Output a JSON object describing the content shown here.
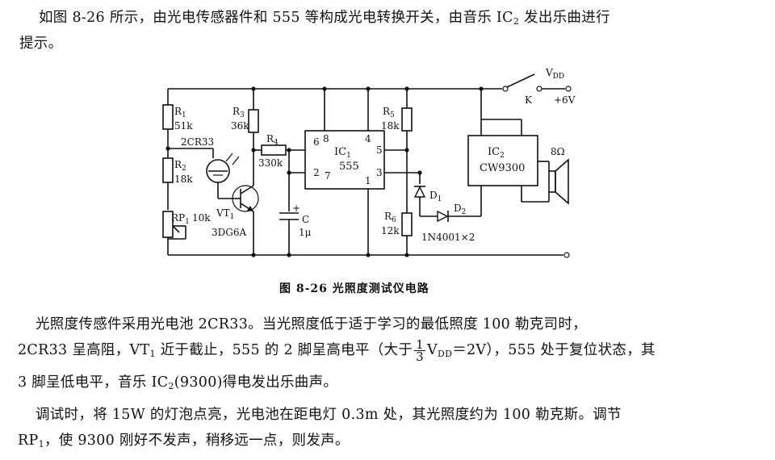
{
  "intro": {
    "line1": "如图 8-26 所示，由光电传感器件和 555 等构成光电转换开关，由音乐 IC",
    "line1_sub": "2",
    "line1_tail": " 发出乐曲进行",
    "line2": "提示。"
  },
  "circuit": {
    "R1": "R",
    "R1_sub": "1",
    "R1_val": "51k",
    "pc": "2CR33",
    "R2": "R",
    "R2_sub": "2",
    "R2_val": "18k",
    "RP1": "RP",
    "RP1_sub": "1",
    "RP1_val": "10k",
    "R3": "R",
    "R3_sub": "3",
    "R3_val": "36k",
    "R4": "R",
    "R4_sub": "4",
    "R4_val": "330k",
    "VT": "VT",
    "VT_sub": "1",
    "VT_model": "3DG6A",
    "C": "C",
    "C_val": "1μ",
    "plus": "+",
    "ic1": "IC",
    "ic1_sub": "1",
    "ic1_model": "555",
    "pin8": "8",
    "pin4": "4",
    "pin6": "6",
    "pin5": "5",
    "pin2": "2",
    "pin7": "7",
    "pin3": "3",
    "pin1": "1",
    "R5": "R",
    "R5_sub": "5",
    "R5_val": "18k",
    "R6": "R",
    "R6_sub": "6",
    "R6_val": "12k",
    "D1": "D",
    "D1_sub": "1",
    "D2": "D",
    "D2_sub": "2",
    "diode_model": "1N4001×2",
    "ic2": "IC",
    "ic2_sub": "2",
    "ic2_model": "CW9300",
    "speaker": "8Ω",
    "K": "K",
    "vdd": "V",
    "vdd_sub": "DD",
    "supply": "+6V"
  },
  "caption": "图 8-26    光照度测试仪电路",
  "body": {
    "p1_l1": "光照度传感件采用光电池 2CR33。当光照度低于适于学习的最低照度 100 勒克司时，",
    "p1_l2a": "2CR33 呈高阻，VT",
    "p1_l2_sub": "1",
    "p1_l2b": " 近于截止，555 的 2 脚呈高电平（大于",
    "frac_num": "1",
    "frac_den": "3",
    "p1_l2c": "V",
    "p1_l2_sub2": "DD",
    "p1_l2d": "＝2V），555 处于复位状态，其",
    "p1_l3a": "3 脚呈低电平，音乐 IC",
    "p1_l3_sub": "2",
    "p1_l3b": "(9300)得电发出乐曲声。",
    "p2_l1": "调试时，将 15W 的灯泡点亮，光电池在距电灯 0.3m 处，其光照度约为 100 勒克斯。调节",
    "p2_l2a": "RP",
    "p2_l2_sub": "1",
    "p2_l2b": "，使 9300 刚好不发声，稍移远一点，则发声。"
  }
}
